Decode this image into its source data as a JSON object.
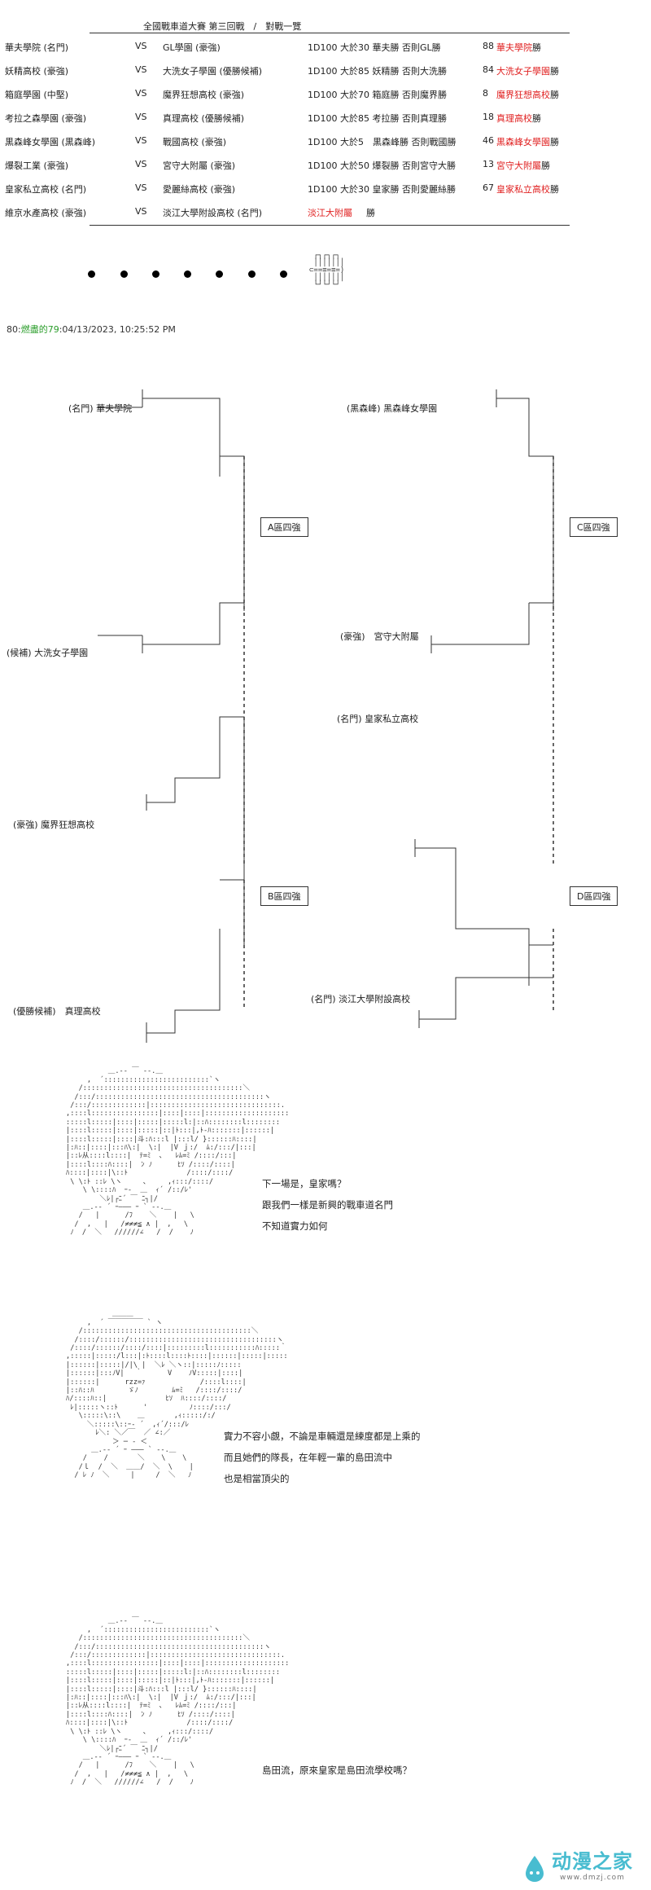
{
  "header": {
    "title": "全國戰車道大賽 第三回戰　/　對戰一覽"
  },
  "matches": [
    {
      "team_a": "華夫學院 (名門)",
      "vs": "VS",
      "team_b": "GL學園 (豪強)",
      "dice": "1D100 大於30 華夫勝 否則GL勝",
      "result_num": "88",
      "result_team": "華夫學院",
      "result_suffix": "勝"
    },
    {
      "team_a": "妖精高校 (豪強)",
      "vs": "VS",
      "team_b": "大洗女子學園 (優勝候補)",
      "dice": "1D100 大於85 妖精勝 否則大洗勝",
      "result_num": "84",
      "result_team": "大洗女子學園",
      "result_suffix": "勝"
    },
    {
      "team_a": "箱庭學園 (中堅)",
      "vs": "VS",
      "team_b": "魔界狂想高校 (豪強)",
      "dice": "1D100 大於70 箱庭勝 否則魔界勝",
      "result_num": "8",
      "result_team": "魔界狂想高校",
      "result_suffix": "勝"
    },
    {
      "team_a": "考拉之森學園 (豪強)",
      "vs": "VS",
      "team_b": "真理高校 (優勝候補)",
      "dice": "1D100 大於85 考拉勝 否則真理勝",
      "result_num": "18",
      "result_team": "真理高校",
      "result_suffix": "勝"
    },
    {
      "team_a": "黒森峰女學園 (黒森峰)",
      "vs": "VS",
      "team_b": "戰國高校 (豪強)",
      "dice": "1D100 大於5　黒森峰勝 否則戰國勝",
      "result_num": "46",
      "result_team": "黒森峰女學園",
      "result_suffix": "勝"
    },
    {
      "team_a": "爆裂工業 (豪強)",
      "vs": "VS",
      "team_b": "宮守大附屬 (豪強)",
      "dice": "1D100 大於50 爆裂勝 否則宮守大勝",
      "result_num": "13",
      "result_team": "宮守大附屬",
      "result_suffix": "勝"
    },
    {
      "team_a": "皇家私立高校 (名門)",
      "vs": "VS",
      "team_b": "愛麗絲高校 (豪強)",
      "dice": "1D100 大於30 皇家勝 否則愛麗絲勝",
      "result_num": "67",
      "result_team": "皇家私立高校",
      "result_suffix": "勝"
    },
    {
      "team_a": "維京水產高校 (豪強)",
      "vs": "VS",
      "team_b": "淡江大學附設高校 (名門)",
      "dice": "",
      "result_num": "",
      "result_team": "淡江大附屬",
      "result_suffix": "勝"
    }
  ],
  "tank_art": " ┌┐┌┐┌┐\n │││││││\n⊂==≡=≡=)\n │││││││\n └┘└┘└┘",
  "post": {
    "number": "80",
    "author": "燃盡的79",
    "timestamp": ":04/13/2023, 10:25:52 PM"
  },
  "bracket": {
    "left_top": [
      "(名門) 華夫學院",
      "(候補) 大洗女子學園"
    ],
    "left_bottom": [
      "(豪強) 魔界狂想高校",
      "(優勝候補)　真理高校"
    ],
    "right_top": [
      "(黑森峰) 黑森峰女學園",
      "(豪強)　宮守大附屬"
    ],
    "right_bottom": [
      "(名門) 皇家私立高校",
      "(名門) 淡江大學附設高校"
    ],
    "blocks": [
      "A區四強",
      "B區四強",
      "C區四強",
      "D區四強"
    ]
  },
  "panels": [
    {
      "lines": [
        "下一場是，皇家嗎？",
        "跟我們一樣是新興的戰車道名門",
        "不知道實力如何"
      ]
    },
    {
      "lines": [
        "實力不容小覷，不論是車輛還是練度都是上乘的",
        "而且她們的隊長，在年輕一輩的島田流中",
        "也是相當頂尖的"
      ]
    },
    {
      "lines": [
        "島田流，原來皇家是島田流學校嗎？"
      ]
    }
  ],
  "watermark": {
    "main": "动漫之家",
    "sub": "www.dmzj.com"
  },
  "colors": {
    "highlight": "#e02020",
    "author": "#2a9d2a",
    "brand": "#48bcd0"
  }
}
